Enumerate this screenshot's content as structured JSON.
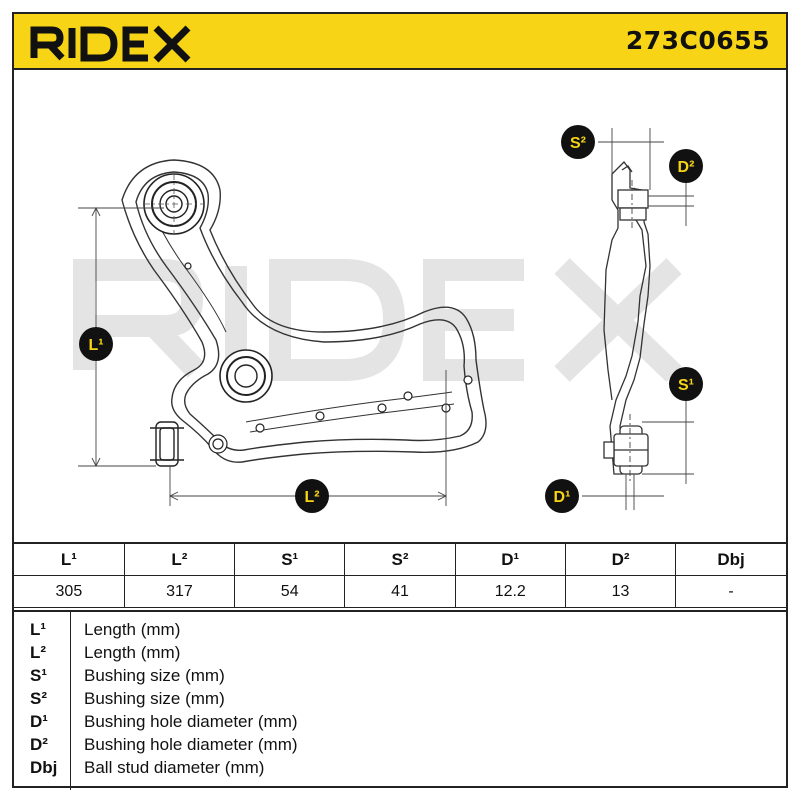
{
  "header": {
    "brand": "RIDEX",
    "part_number": "273C0655"
  },
  "drawing": {
    "labels": {
      "l1": "L¹",
      "l2": "L²",
      "s1": "S¹",
      "s2": "S²",
      "d1": "D¹",
      "d2": "D²"
    },
    "watermark": "RIDEX"
  },
  "specs": {
    "headers": [
      "L¹",
      "L²",
      "S¹",
      "S²",
      "D¹",
      "D²",
      "Dbj"
    ],
    "values": [
      "305",
      "317",
      "54",
      "41",
      "12.2",
      "13",
      "-"
    ]
  },
  "legend": [
    {
      "symbol": "L¹",
      "description": "Length (mm)"
    },
    {
      "symbol": "L²",
      "description": "Length (mm)"
    },
    {
      "symbol": "S¹",
      "description": "Bushing size (mm)"
    },
    {
      "symbol": "S²",
      "description": "Bushing size (mm)"
    },
    {
      "symbol": "D¹",
      "description": "Bushing hole diameter (mm)"
    },
    {
      "symbol": "D²",
      "description": "Bushing hole diameter (mm)"
    },
    {
      "symbol": "Dbj",
      "description": "Ball stud diameter (mm)"
    }
  ],
  "colors": {
    "brand_yellow": "#f7d516",
    "badge_black": "#111111",
    "line": "#222222",
    "watermark": "#e6e6e6"
  }
}
